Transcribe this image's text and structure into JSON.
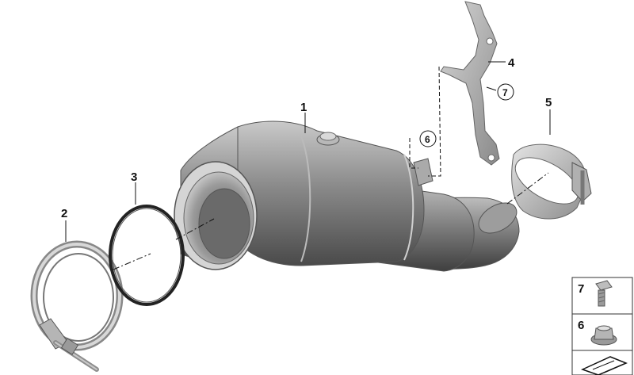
{
  "diagram": {
    "callouts": {
      "c1": "1",
      "c2": "2",
      "c3": "3",
      "c4": "4",
      "c5": "5",
      "c6_circled": "6",
      "c7_circled": "7"
    },
    "legend": {
      "item_7": "7",
      "item_6": "6"
    }
  }
}
